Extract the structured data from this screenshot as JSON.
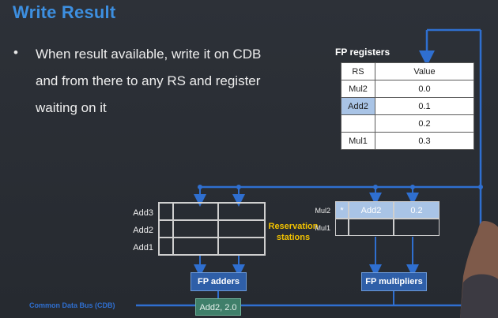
{
  "slide": {
    "title": "Write Result",
    "bullet": "When result available, write it on CDB and from there to any RS and register waiting on it"
  },
  "fp_registers": {
    "title": "FP registers",
    "headers": [
      "RS",
      "Value"
    ],
    "rows": [
      {
        "rs": "Mul2",
        "value": "0.0"
      },
      {
        "rs": "Add2",
        "value": "0.1",
        "highlighted": true
      },
      {
        "rs": "",
        "value": "0.2"
      },
      {
        "rs": "Mul1",
        "value": "0.3"
      }
    ]
  },
  "adder_stations": {
    "labels": [
      "Add3",
      "Add2",
      "Add1"
    ]
  },
  "multiplier_stations": {
    "labels": [
      "Mul2",
      "Mul1"
    ],
    "rows": [
      {
        "busy": "*",
        "src1": "Add2",
        "src2": "0.2"
      },
      {
        "busy": "",
        "src1": "",
        "src2": ""
      }
    ]
  },
  "reservation_label": "Reservation stations",
  "units": {
    "adders": "FP adders",
    "multipliers": "FP multipliers"
  },
  "cdb": {
    "label": "Common Data Bus (CDB)",
    "data": "Add2, 2.0"
  },
  "colors": {
    "title": "#3d8fe0",
    "bus": "#2f6fd0",
    "highlight": "#a9c4e6",
    "unit_box": "#2f5fa8",
    "reservation_text": "#f2c200",
    "cdb_data": "#3f7f6a"
  }
}
